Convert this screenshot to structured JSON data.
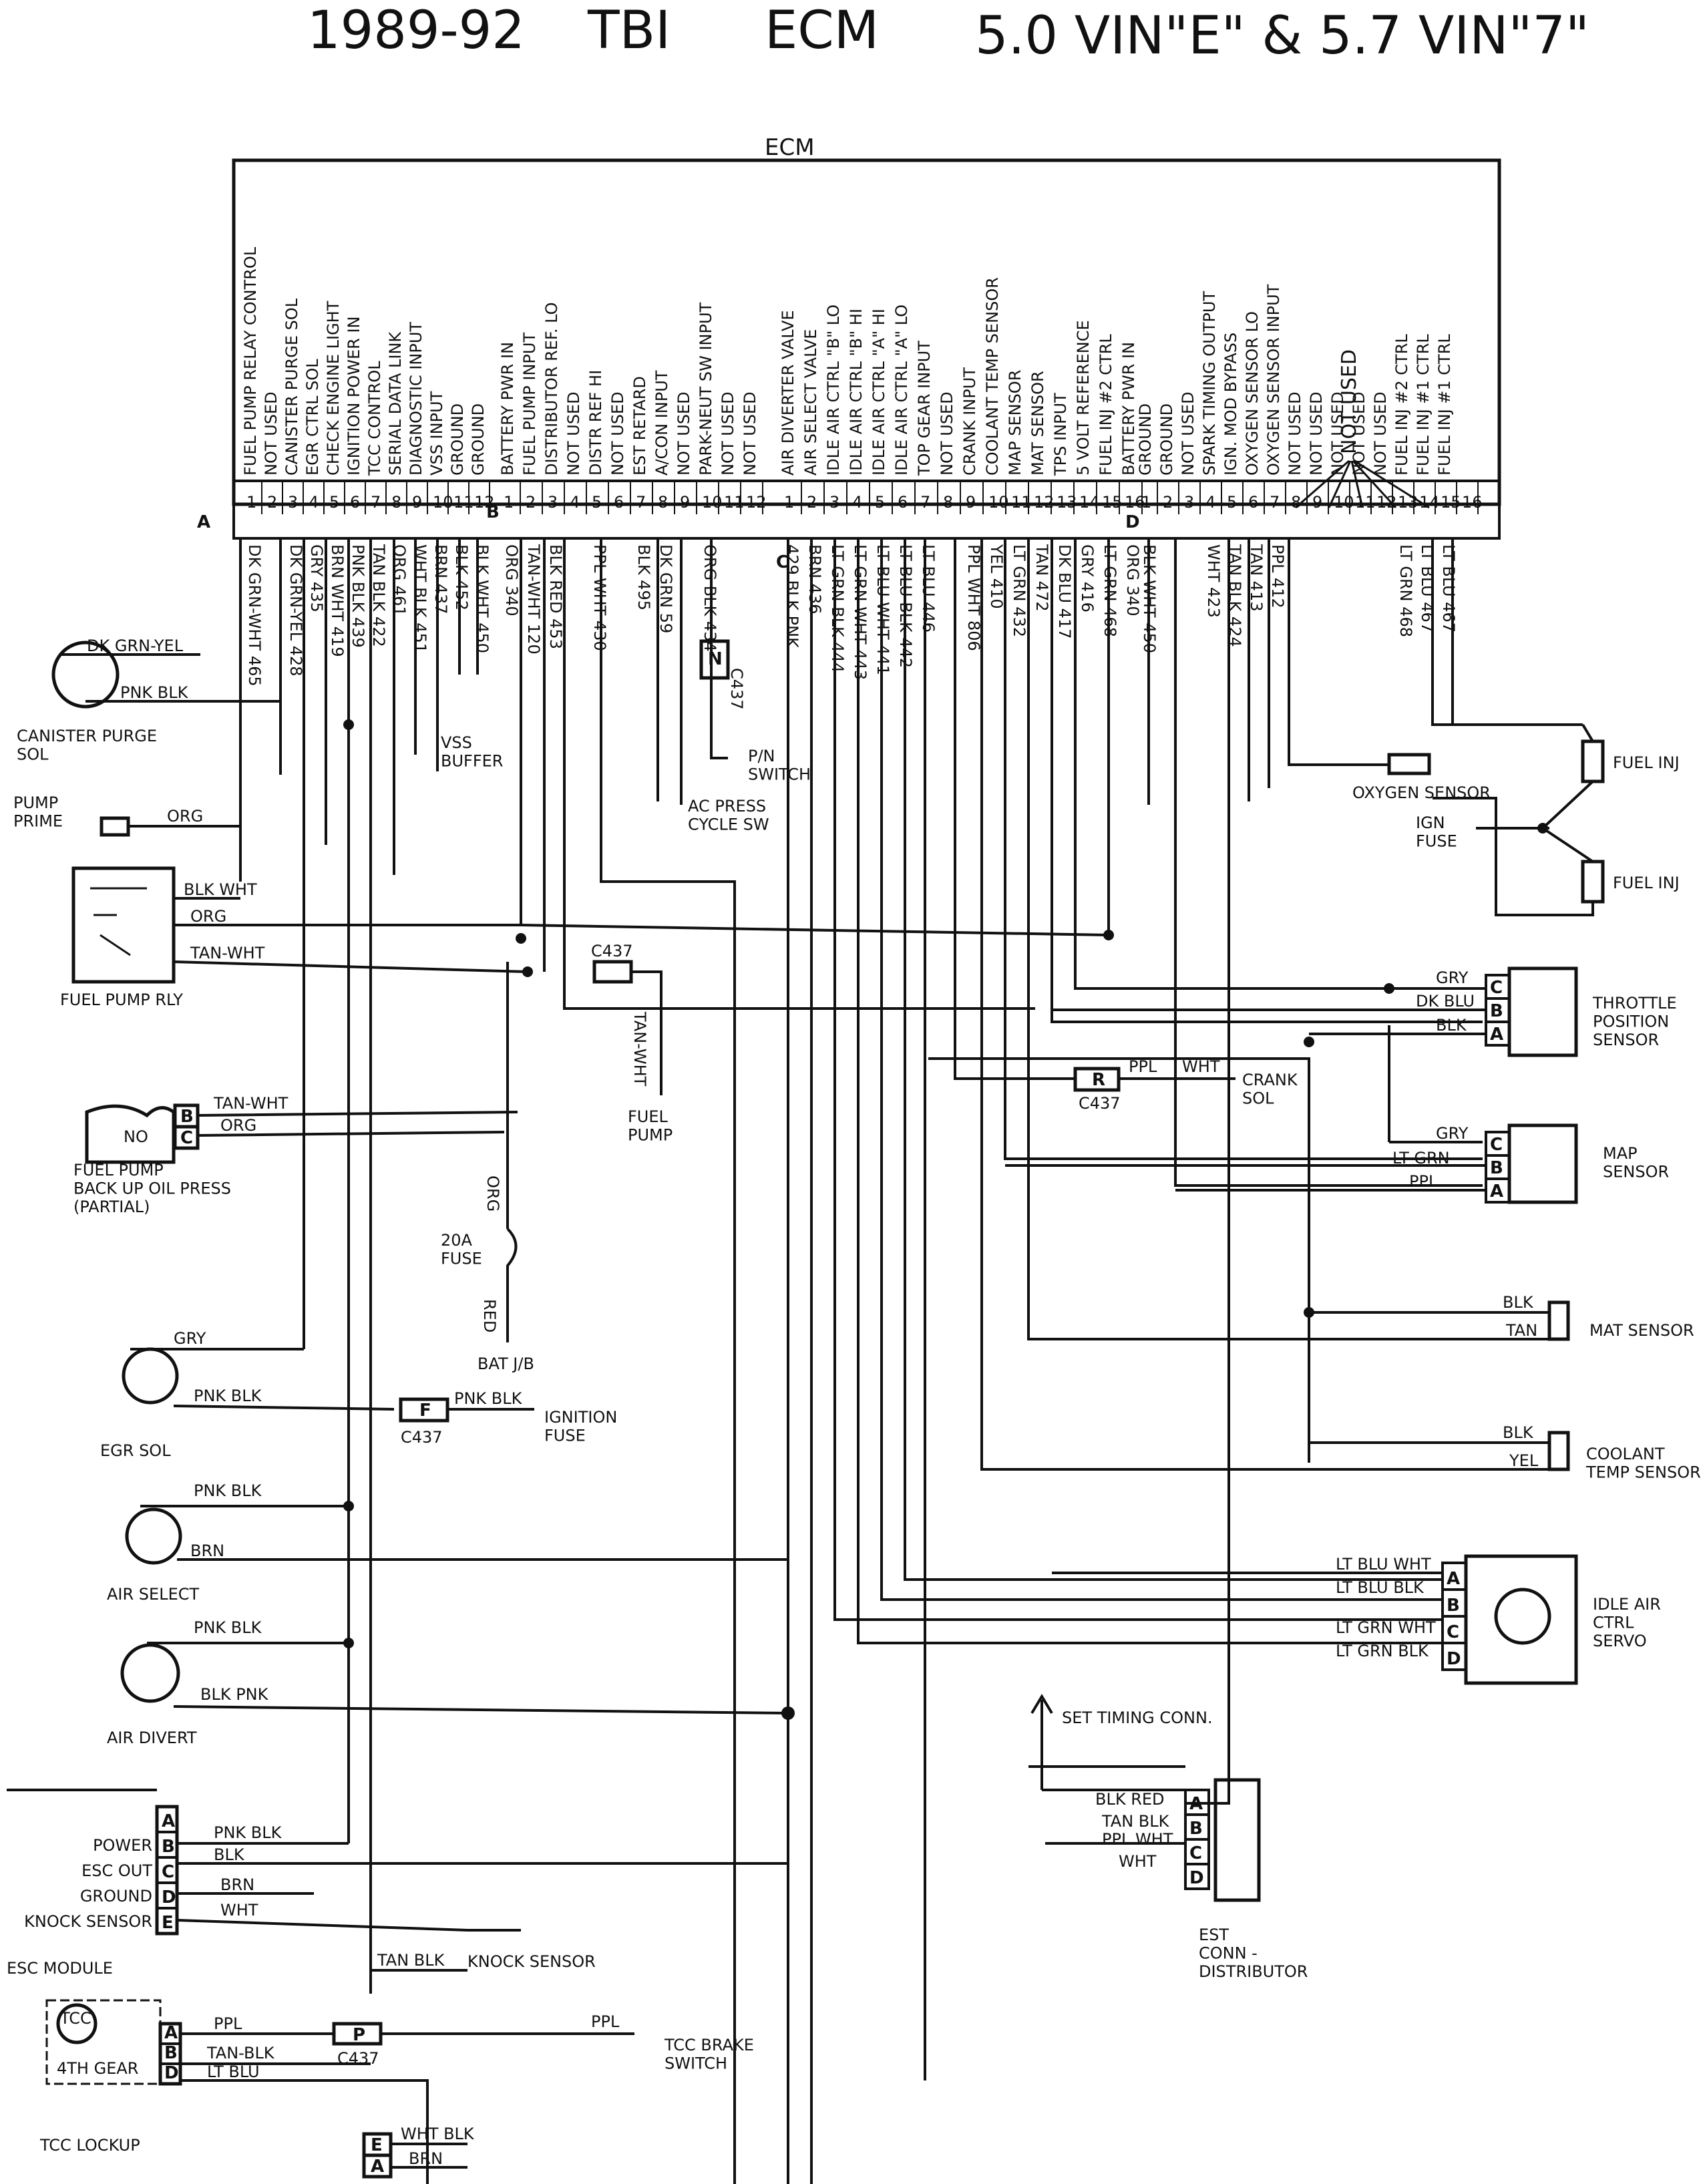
{
  "title": {
    "years": "1989-92",
    "system": "TBI",
    "module": "ECM",
    "engines": "5.0 VIN\"E\" & 5.7 VIN\"7\""
  },
  "ecm": {
    "label": "ECM",
    "connector_a_label": "A",
    "connector_c_label": "C",
    "connector_b_label": "B",
    "connector_d_label": "D",
    "pins_a": [
      {
        "pin": "1",
        "function": "FUEL PUMP RELAY CONTROL",
        "wire": "DK GRN-WHT 465"
      },
      {
        "pin": "2",
        "function": "NOT USED",
        "wire": ""
      },
      {
        "pin": "3",
        "function": "CANISTER PURGE SOL",
        "wire": "DK GRN-YEL 428"
      },
      {
        "pin": "4",
        "function": "EGR CTRL SOL",
        "wire": "GRY 435"
      },
      {
        "pin": "5",
        "function": "CHECK ENGINE LIGHT",
        "wire": "BRN WHT 419"
      },
      {
        "pin": "6",
        "function": "IGNITION POWER IN",
        "wire": "PNK BLK 439"
      },
      {
        "pin": "7",
        "function": "TCC CONTROL",
        "wire": "TAN BLK 422"
      },
      {
        "pin": "8",
        "function": "SERIAL DATA LINK",
        "wire": "ORG 461"
      },
      {
        "pin": "9",
        "function": "DIAGNOSTIC INPUT",
        "wire": "WHT BLK 451"
      },
      {
        "pin": "10",
        "function": "VSS INPUT",
        "wire": "BRN 437"
      },
      {
        "pin": "11",
        "function": "GROUND",
        "wire": "BLK 452"
      },
      {
        "pin": "12",
        "function": "GROUND",
        "wire": "BLK WHT 450"
      }
    ],
    "pins_b": [
      {
        "pin": "1",
        "function": "BATTERY PWR IN",
        "wire": "ORG 340"
      },
      {
        "pin": "2",
        "function": "FUEL PUMP INPUT",
        "wire": "TAN-WHT 120"
      },
      {
        "pin": "3",
        "function": "DISTRIBUTOR REF. LO",
        "wire": "BLK RED 453"
      },
      {
        "pin": "4",
        "function": "NOT USED",
        "wire": ""
      },
      {
        "pin": "5",
        "function": "DISTR REF HI",
        "wire": "PPL WHT 430"
      },
      {
        "pin": "6",
        "function": "NOT USED",
        "wire": ""
      },
      {
        "pin": "7",
        "function": "EST RETARD",
        "wire": "BLK 495"
      },
      {
        "pin": "8",
        "function": "A/CON INPUT",
        "wire": "DK GRN 59"
      },
      {
        "pin": "9",
        "function": "NOT USED",
        "wire": ""
      },
      {
        "pin": "10",
        "function": "PARK-NEUT SW INPUT",
        "wire": "ORG BLK 434"
      },
      {
        "pin": "11",
        "function": "NOT USED",
        "wire": ""
      },
      {
        "pin": "12",
        "function": "NOT USED",
        "wire": ""
      }
    ],
    "pins_c": [
      {
        "pin": "1",
        "function": "AIR DIVERTER VALVE",
        "wire": "429 BLK PNK"
      },
      {
        "pin": "2",
        "function": "AIR SELECT VALVE",
        "wire": "BRN 436"
      },
      {
        "pin": "3",
        "function": "IDLE AIR CTRL \"B\" LO",
        "wire": "LT GRN BLK 444"
      },
      {
        "pin": "4",
        "function": "IDLE AIR CTRL \"B\" HI",
        "wire": "LT GRN WHT 443"
      },
      {
        "pin": "5",
        "function": "IDLE AIR CTRL \"A\" HI",
        "wire": "LT BLU WHT 441"
      },
      {
        "pin": "6",
        "function": "IDLE AIR CTRL \"A\" LO",
        "wire": "LT BLU BLK 442"
      },
      {
        "pin": "7",
        "function": "TOP GEAR INPUT",
        "wire": "LT BLU 446"
      },
      {
        "pin": "8",
        "function": "NOT USED",
        "wire": ""
      },
      {
        "pin": "9",
        "function": "CRANK INPUT",
        "wire": "PPL WHT 806"
      },
      {
        "pin": "10",
        "function": "COOLANT TEMP SENSOR",
        "wire": "YEL 410"
      },
      {
        "pin": "11",
        "function": "MAP SENSOR",
        "wire": "LT GRN 432"
      },
      {
        "pin": "12",
        "function": "MAT SENSOR",
        "wire": "TAN 472"
      },
      {
        "pin": "13",
        "function": "TPS INPUT",
        "wire": "DK BLU 417"
      },
      {
        "pin": "14",
        "function": "5 VOLT REFERENCE",
        "wire": "GRY 416"
      },
      {
        "pin": "15",
        "function": "FUEL INJ #2 CTRL",
        "wire": "LT GRN 468"
      },
      {
        "pin": "16",
        "function": "BATTERY PWR IN",
        "wire": "ORG 340"
      }
    ],
    "pins_d": [
      {
        "pin": "1",
        "function": "GROUND",
        "wire": "BLK WHT 450"
      },
      {
        "pin": "2",
        "function": "GROUND",
        "wire": ""
      },
      {
        "pin": "3",
        "function": "NOT USED",
        "wire": ""
      },
      {
        "pin": "4",
        "function": "SPARK TIMING OUTPUT",
        "wire": "WHT 423"
      },
      {
        "pin": "5",
        "function": "IGN. MOD BYPASS",
        "wire": "TAN BLK 424"
      },
      {
        "pin": "6",
        "function": "OXYGEN SENSOR LO",
        "wire": "TAN 413"
      },
      {
        "pin": "7",
        "function": "OXYGEN SENSOR INPUT",
        "wire": "PPL 412"
      },
      {
        "pin": "8",
        "function": "NOT USED",
        "wire": ""
      },
      {
        "pin": "9",
        "function": "NOT USED",
        "wire": ""
      },
      {
        "pin": "10",
        "function": "NOT USED",
        "wire": ""
      },
      {
        "pin": "11",
        "function": "NOT USED",
        "wire": ""
      },
      {
        "pin": "12",
        "function": "NOT USED",
        "wire": ""
      },
      {
        "pin": "13",
        "function": "FUEL INJ #2 CTRL",
        "wire": "LT GRN 468"
      },
      {
        "pin": "14",
        "function": "FUEL INJ #1 CTRL",
        "wire": "LT BLU 467"
      },
      {
        "pin": "15",
        "function": "FUEL INJ #1 CTRL",
        "wire": "LT BLU 467"
      },
      {
        "pin": "16",
        "function": "",
        "wire": ""
      }
    ],
    "not_used_group": "NOT USED"
  },
  "components": {
    "canister_purge": {
      "name": "CANISTER PURGE\nSOL",
      "wire1": "DK GRN-YEL",
      "wire2": "PNK BLK"
    },
    "pump_prime": {
      "name": "PUMP\nPRIME",
      "wire": "ORG"
    },
    "fuel_pump_relay": {
      "name": "FUEL PUMP RLY",
      "wires": [
        "BLK WHT",
        "ORG",
        "TAN-WHT"
      ]
    },
    "c437": "C437",
    "fuel_pump": {
      "name": "FUEL\nPUMP",
      "wire": "TAN-WHT"
    },
    "fuel_pump_backup": {
      "name": "FUEL PUMP\nBACK UP OIL PRESS\n(PARTIAL)",
      "switch": "NO",
      "wires": [
        "TAN-WHT",
        "ORG"
      ],
      "pins": [
        "B",
        "C"
      ]
    },
    "fuse": {
      "rating": "20A\nFUSE",
      "wire_in": "ORG",
      "wire_out": "RED",
      "destination": "BAT J/B"
    },
    "egr_sol": {
      "name": "EGR SOL",
      "wires": [
        "GRY",
        "PNK BLK"
      ]
    },
    "ignition_fuse_feed": {
      "pin": "F",
      "connector": "C437",
      "wire": "PNK BLK",
      "destination": "IGNITION\nFUSE"
    },
    "air_select": {
      "name": "AIR SELECT",
      "wires": [
        "PNK BLK",
        "BRN"
      ]
    },
    "air_divert": {
      "name": "AIR DIVERT",
      "wires": [
        "PNK BLK",
        "BLK PNK"
      ]
    },
    "esc_module": {
      "name": "ESC MODULE",
      "pins": [
        "A",
        "B",
        "C",
        "D",
        "E"
      ],
      "pin_labels": [
        "",
        "POWER",
        "ESC OUT",
        "GROUND",
        "KNOCK SENSOR"
      ],
      "wires": [
        "",
        "PNK BLK",
        "BLK",
        "BRN",
        "WHT"
      ]
    },
    "knock_sensor": {
      "name": "KNOCK SENSOR",
      "wire": "TAN BLK"
    },
    "tcc_lockup": {
      "name": "TCC LOCKUP",
      "internal": [
        "TCC",
        "4TH GEAR"
      ],
      "pins": [
        "A",
        "B",
        "D"
      ],
      "wires": [
        "PPL",
        "TAN-BLK",
        "LT BLU"
      ],
      "connector_pin": "P",
      "connector": "C437",
      "destination": "TCC BRAKE\nSWITCH",
      "dest_wire": "PPL"
    },
    "bottom_conn": {
      "pins": [
        "E",
        "A"
      ],
      "wires": [
        "WHT BLK",
        "BRN"
      ]
    },
    "vss_buffer": "VSS\nBUFFER",
    "pn_switch": "P/N\nSWITCH",
    "ac_press": "AC PRESS\nCYCLE SW",
    "park_neut_conn": {
      "pin": "N",
      "connector": "C437"
    },
    "oxygen_sensor": "OXYGEN SENSOR",
    "fuel_inj": "FUEL INJ",
    "ign_fuse": "IGN\nFUSE",
    "tps": {
      "name": "THROTTLE\nPOSITION\nSENSOR",
      "pins": [
        "C",
        "B",
        "A"
      ],
      "wires": [
        "GRY",
        "DK BLU",
        "BLK"
      ]
    },
    "crank_sol": {
      "pin": "R",
      "connector": "C437",
      "wires": [
        "PPL",
        "WHT"
      ],
      "name": "CRANK\nSOL"
    },
    "map": {
      "name": "MAP\nSENSOR",
      "pins": [
        "C",
        "B",
        "A"
      ],
      "wires": [
        "GRY",
        "LT GRN",
        "PPL"
      ]
    },
    "mat": {
      "name": "MAT SENSOR",
      "wires": [
        "BLK",
        "TAN"
      ]
    },
    "coolant": {
      "name": "COOLANT\nTEMP SENSOR",
      "wires": [
        "BLK",
        "YEL"
      ]
    },
    "iac": {
      "name": "IDLE AIR\nCTRL\nSERVO",
      "pins": [
        "A",
        "B",
        "C",
        "D"
      ],
      "wires": [
        "LT BLU WHT",
        "LT BLU BLK",
        "LT GRN WHT",
        "LT GRN BLK"
      ]
    },
    "set_timing": "SET TIMING CONN.",
    "est": {
      "name": "EST\nCONN -\nDISTRIBUTOR",
      "pins": [
        "A",
        "B",
        "C",
        "D"
      ],
      "wires": [
        "BLK RED",
        "TAN BLK",
        "PPL WHT",
        "WHT"
      ]
    }
  }
}
